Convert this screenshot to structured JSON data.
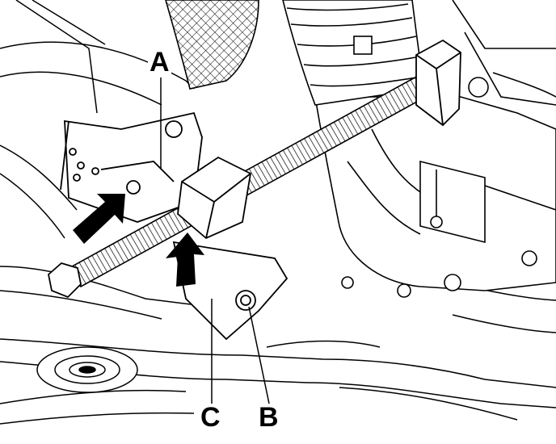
{
  "labels": {
    "a": "A",
    "b": "B",
    "c": "C"
  },
  "colors": {
    "line": "#000000",
    "fill": "#ffffff",
    "arrow": "#000000"
  },
  "parts": {
    "a": "puller-bracket",
    "b": "mounting-bolt",
    "c": "support-plate"
  }
}
